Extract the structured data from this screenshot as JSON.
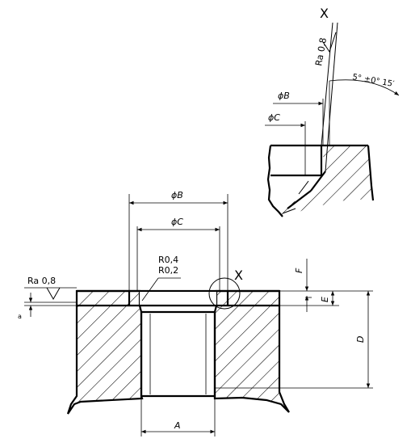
{
  "labels": {
    "dim_B": "ϕB",
    "dim_C": "ϕC",
    "radius_outer": "R0,4",
    "radius_inner": "R0,2",
    "roughness_main": "Ra 0,8",
    "roughness_detail": "Ra 0,8",
    "detail_mark_main": "X",
    "detail_mark_view": "X",
    "dim_F": "F",
    "dim_E": "E",
    "dim_D": "D",
    "dim_A": "A",
    "dim_a": "a",
    "angle": "5° ±0° 15′",
    "detail_dim_B": "ϕB",
    "detail_dim_C": "ϕC"
  },
  "colors": {
    "line": "#000000",
    "background": "#ffffff"
  },
  "icons": {
    "roughness": "surface-roughness-triangle-icon"
  }
}
